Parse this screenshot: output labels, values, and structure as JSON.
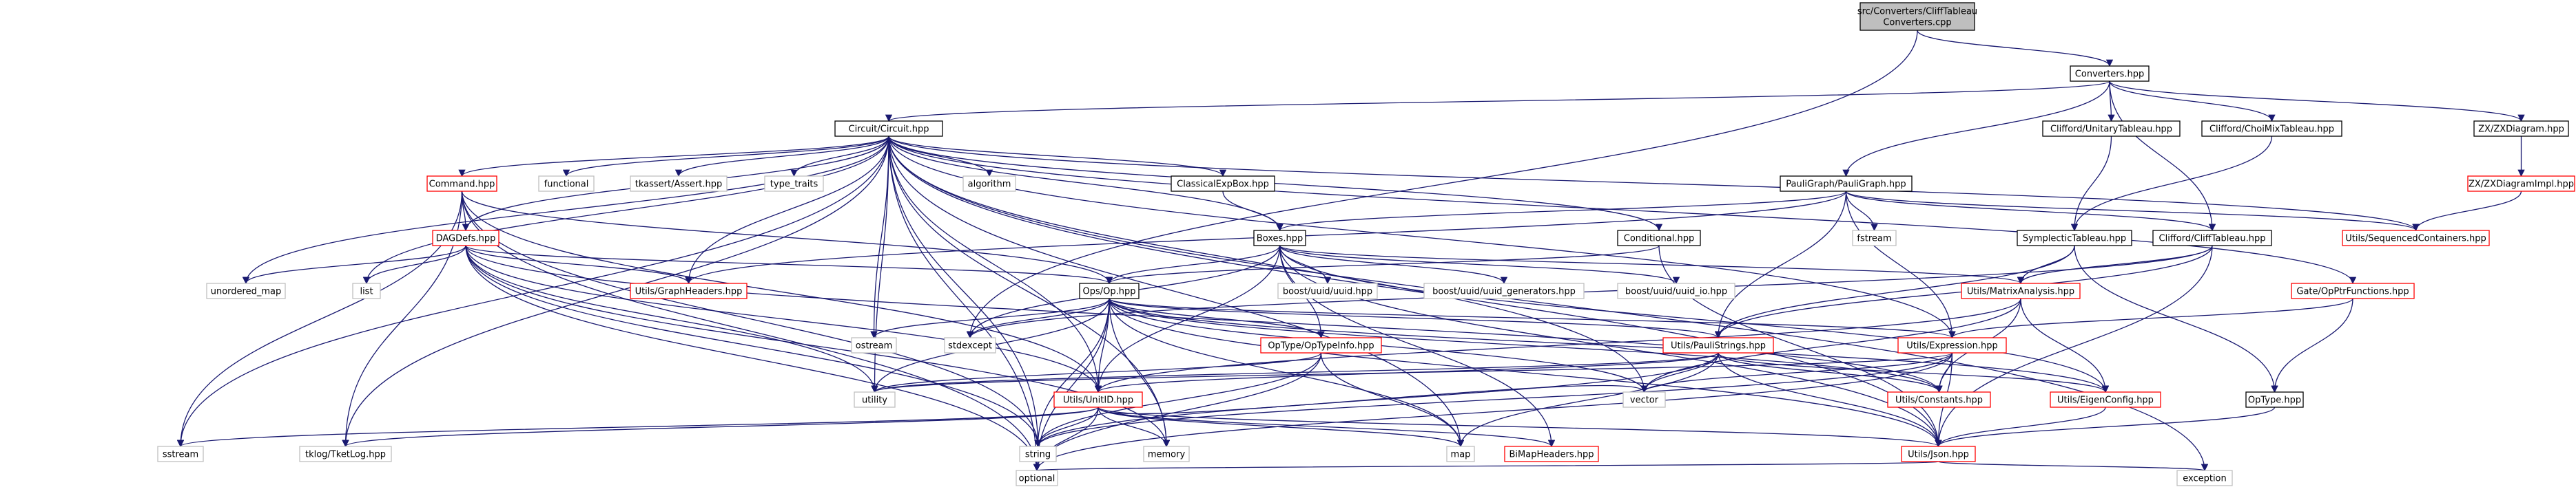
{
  "colors": {
    "background": "#ffffff",
    "root_fill": "#bfbfbf",
    "node_fill": "#ffffff",
    "node_border_black": "#000000",
    "node_border_red": "#ff0000",
    "node_border_gray": "#bfbfbf",
    "edge_primary": "#191970",
    "edge_secondary": "#404040",
    "text": "#000000"
  },
  "nodes": [
    {
      "id": "root",
      "label": [
        "src/Converters/CliffTableau",
        "Converters.cpp"
      ],
      "style": "root"
    },
    {
      "id": "converters",
      "label": [
        "Converters.hpp"
      ],
      "style": "black"
    },
    {
      "id": "circuit",
      "label": [
        "Circuit/Circuit.hpp"
      ],
      "style": "black"
    },
    {
      "id": "unitary",
      "label": [
        "Clifford/UnitaryTableau.hpp"
      ],
      "style": "black"
    },
    {
      "id": "choimix",
      "label": [
        "Clifford/ChoiMixTableau.hpp"
      ],
      "style": "black"
    },
    {
      "id": "zxdiagram",
      "label": [
        "ZX/ZXDiagram.hpp"
      ],
      "style": "black"
    },
    {
      "id": "zximpl",
      "label": [
        "ZX/ZXDiagramImpl.hpp"
      ],
      "style": "red"
    },
    {
      "id": "command",
      "label": [
        "Command.hpp"
      ],
      "style": "red"
    },
    {
      "id": "functional",
      "label": [
        "functional"
      ],
      "style": "gray"
    },
    {
      "id": "tkassert",
      "label": [
        "tkassert/Assert.hpp"
      ],
      "style": "gray"
    },
    {
      "id": "typetraits",
      "label": [
        "type_traits"
      ],
      "style": "gray"
    },
    {
      "id": "algorithm",
      "label": [
        "algorithm"
      ],
      "style": "gray"
    },
    {
      "id": "classicalexp",
      "label": [
        "ClassicalExpBox.hpp"
      ],
      "style": "black"
    },
    {
      "id": "paulidag",
      "label": [
        "PauliGraph/PauliGraph.hpp"
      ],
      "style": "black"
    },
    {
      "id": "seqcont",
      "label": [
        "Utils/SequencedContainers.hpp"
      ],
      "style": "red"
    },
    {
      "id": "dagdefs",
      "label": [
        "DAGDefs.hpp"
      ],
      "style": "red"
    },
    {
      "id": "boxes",
      "label": [
        "Boxes.hpp"
      ],
      "style": "black"
    },
    {
      "id": "conditional",
      "label": [
        "Conditional.hpp"
      ],
      "style": "black"
    },
    {
      "id": "fstream",
      "label": [
        "fstream"
      ],
      "style": "gray"
    },
    {
      "id": "symtab",
      "label": [
        "SymplecticTableau.hpp"
      ],
      "style": "black"
    },
    {
      "id": "clifftab",
      "label": [
        "Clifford/CliffTableau.hpp"
      ],
      "style": "black"
    },
    {
      "id": "unordered",
      "label": [
        "unordered_map"
      ],
      "style": "gray"
    },
    {
      "id": "list",
      "label": [
        "list"
      ],
      "style": "gray"
    },
    {
      "id": "graphheaders",
      "label": [
        "Utils/GraphHeaders.hpp"
      ],
      "style": "red"
    },
    {
      "id": "opsop",
      "label": [
        "Ops/Op.hpp"
      ],
      "style": "black"
    },
    {
      "id": "uuid",
      "label": [
        "boost/uuid/uuid.hpp"
      ],
      "style": "gray"
    },
    {
      "id": "uuidgen",
      "label": [
        "boost/uuid/uuid_generators.hpp"
      ],
      "style": "gray"
    },
    {
      "id": "uuidio",
      "label": [
        "boost/uuid/uuid_io.hpp"
      ],
      "style": "gray"
    },
    {
      "id": "matrixan",
      "label": [
        "Utils/MatrixAnalysis.hpp"
      ],
      "style": "red"
    },
    {
      "id": "gateop",
      "label": [
        "Gate/OpPtrFunctions.hpp"
      ],
      "style": "red"
    },
    {
      "id": "ostream",
      "label": [
        "ostream"
      ],
      "style": "gray"
    },
    {
      "id": "stdexcept",
      "label": [
        "stdexcept"
      ],
      "style": "gray"
    },
    {
      "id": "optypeinfo",
      "label": [
        "OpType/OpTypeInfo.hpp"
      ],
      "style": "red"
    },
    {
      "id": "paulistr",
      "label": [
        "Utils/PauliStrings.hpp"
      ],
      "style": "red"
    },
    {
      "id": "expression",
      "label": [
        "Utils/Expression.hpp"
      ],
      "style": "red"
    },
    {
      "id": "utility",
      "label": [
        "utility"
      ],
      "style": "gray"
    },
    {
      "id": "unitid",
      "label": [
        "Utils/UnitID.hpp"
      ],
      "style": "red"
    },
    {
      "id": "vector",
      "label": [
        "vector"
      ],
      "style": "gray"
    },
    {
      "id": "constants",
      "label": [
        "Utils/Constants.hpp"
      ],
      "style": "red"
    },
    {
      "id": "eigenconf",
      "label": [
        "Utils/EigenConfig.hpp"
      ],
      "style": "red"
    },
    {
      "id": "optype",
      "label": [
        "OpType.hpp"
      ],
      "style": "black"
    },
    {
      "id": "sstream",
      "label": [
        "sstream"
      ],
      "style": "gray"
    },
    {
      "id": "tklog",
      "label": [
        "tklog/TketLog.hpp"
      ],
      "style": "gray"
    },
    {
      "id": "string",
      "label": [
        "string"
      ],
      "style": "gray"
    },
    {
      "id": "memory",
      "label": [
        "memory"
      ],
      "style": "gray"
    },
    {
      "id": "map",
      "label": [
        "map"
      ],
      "style": "gray"
    },
    {
      "id": "bimap",
      "label": [
        "BiMapHeaders.hpp"
      ],
      "style": "red"
    },
    {
      "id": "json",
      "label": [
        "Utils/Json.hpp"
      ],
      "style": "red"
    },
    {
      "id": "optional",
      "label": [
        "optional"
      ],
      "style": "gray"
    },
    {
      "id": "exception",
      "label": [
        "exception"
      ],
      "style": "gray"
    }
  ],
  "edges": [
    [
      "root",
      "converters"
    ],
    [
      "root",
      "stdexcept"
    ],
    [
      "converters",
      "circuit"
    ],
    [
      "converters",
      "unitary"
    ],
    [
      "converters",
      "choimix"
    ],
    [
      "converters",
      "zxdiagram"
    ],
    [
      "converters",
      "paulidag"
    ],
    [
      "converters",
      "clifftab"
    ],
    [
      "zxdiagram",
      "zximpl"
    ],
    [
      "zximpl",
      "seqcont"
    ],
    [
      "unitary",
      "symtab"
    ],
    [
      "choimix",
      "symtab"
    ],
    [
      "circuit",
      "command"
    ],
    [
      "circuit",
      "functional"
    ],
    [
      "circuit",
      "tkassert"
    ],
    [
      "circuit",
      "typetraits"
    ],
    [
      "circuit",
      "algorithm"
    ],
    [
      "circuit",
      "classicalexp"
    ],
    [
      "circuit",
      "conditional"
    ],
    [
      "circuit",
      "boxes"
    ],
    [
      "circuit",
      "dagdefs"
    ],
    [
      "circuit",
      "seqcont"
    ],
    [
      "circuit",
      "graphheaders"
    ],
    [
      "circuit",
      "unordered"
    ],
    [
      "circuit",
      "list"
    ],
    [
      "circuit",
      "ostream"
    ],
    [
      "circuit",
      "sstream"
    ],
    [
      "circuit",
      "tklog"
    ],
    [
      "circuit",
      "optional"
    ],
    [
      "circuit",
      "string"
    ],
    [
      "circuit",
      "memory"
    ],
    [
      "circuit",
      "map"
    ],
    [
      "circuit",
      "vector"
    ],
    [
      "circuit",
      "utility"
    ],
    [
      "circuit",
      "unitid"
    ],
    [
      "circuit",
      "exception"
    ],
    [
      "circuit",
      "gateop"
    ],
    [
      "circuit",
      "json"
    ],
    [
      "circuit",
      "expression"
    ],
    [
      "command",
      "dagdefs"
    ],
    [
      "command",
      "unitid"
    ],
    [
      "command",
      "sstream"
    ],
    [
      "command",
      "tklog"
    ],
    [
      "command",
      "string"
    ],
    [
      "command",
      "optional"
    ],
    [
      "command",
      "opsop"
    ],
    [
      "classicalexp",
      "boxes"
    ],
    [
      "paulidag",
      "seqcont"
    ],
    [
      "paulidag",
      "fstream"
    ],
    [
      "paulidag",
      "clifftab"
    ],
    [
      "paulidag",
      "paulistr"
    ],
    [
      "paulidag",
      "expression"
    ],
    [
      "paulidag",
      "graphheaders"
    ],
    [
      "paulidag",
      "boxes"
    ],
    [
      "dagdefs",
      "unordered"
    ],
    [
      "dagdefs",
      "list"
    ],
    [
      "dagdefs",
      "graphheaders"
    ],
    [
      "dagdefs",
      "opsop"
    ],
    [
      "dagdefs",
      "utility"
    ],
    [
      "dagdefs",
      "unitid"
    ],
    [
      "dagdefs",
      "string"
    ],
    [
      "dagdefs",
      "optional"
    ],
    [
      "dagdefs",
      "memory"
    ],
    [
      "dagdefs",
      "constants"
    ],
    [
      "boxes",
      "opsop"
    ],
    [
      "boxes",
      "uuid"
    ],
    [
      "boxes",
      "uuidgen"
    ],
    [
      "boxes",
      "uuidio"
    ],
    [
      "boxes",
      "matrixan"
    ],
    [
      "boxes",
      "stdexcept"
    ],
    [
      "boxes",
      "unitid"
    ],
    [
      "boxes",
      "eigenconf"
    ],
    [
      "boxes",
      "optypeinfo"
    ],
    [
      "boxes",
      "bimap"
    ],
    [
      "boxes",
      "json"
    ],
    [
      "conditional",
      "opsop"
    ],
    [
      "conditional",
      "json"
    ],
    [
      "symtab",
      "matrixan"
    ],
    [
      "symtab",
      "paulistr"
    ],
    [
      "symtab",
      "optype"
    ],
    [
      "clifftab",
      "matrixan"
    ],
    [
      "clifftab",
      "paulistr"
    ],
    [
      "clifftab",
      "json"
    ],
    [
      "clifftab",
      "stdexcept"
    ],
    [
      "opsop",
      "ostream"
    ],
    [
      "opsop",
      "stdexcept"
    ],
    [
      "opsop",
      "optypeinfo"
    ],
    [
      "opsop",
      "paulistr"
    ],
    [
      "opsop",
      "expression"
    ],
    [
      "opsop",
      "utility"
    ],
    [
      "opsop",
      "unitid"
    ],
    [
      "opsop",
      "vector"
    ],
    [
      "opsop",
      "string"
    ],
    [
      "opsop",
      "memory"
    ],
    [
      "opsop",
      "map"
    ],
    [
      "opsop",
      "optional"
    ],
    [
      "opsop",
      "constants"
    ],
    [
      "opsop",
      "json"
    ],
    [
      "opsop",
      "eigenconf"
    ],
    [
      "matrixan",
      "unitid"
    ],
    [
      "matrixan",
      "constants"
    ],
    [
      "matrixan",
      "eigenconf"
    ],
    [
      "matrixan",
      "vector"
    ],
    [
      "gateop",
      "expression"
    ],
    [
      "gateop",
      "optype"
    ],
    [
      "optypeinfo",
      "string"
    ],
    [
      "optypeinfo",
      "map"
    ],
    [
      "optypeinfo",
      "optional"
    ],
    [
      "optypeinfo",
      "utility"
    ],
    [
      "paulistr",
      "unitid"
    ],
    [
      "paulistr",
      "constants"
    ],
    [
      "paulistr",
      "eigenconf"
    ],
    [
      "paulistr",
      "json"
    ],
    [
      "paulistr",
      "vector"
    ],
    [
      "paulistr",
      "map"
    ],
    [
      "paulistr",
      "utility"
    ],
    [
      "paulistr",
      "string"
    ],
    [
      "expression",
      "constants"
    ],
    [
      "expression",
      "json"
    ],
    [
      "expression",
      "vector"
    ],
    [
      "expression",
      "string"
    ],
    [
      "expression",
      "optional"
    ],
    [
      "expression",
      "utility"
    ],
    [
      "unitid",
      "sstream"
    ],
    [
      "unitid",
      "tklog"
    ],
    [
      "unitid",
      "string"
    ],
    [
      "unitid",
      "memory"
    ],
    [
      "unitid",
      "map"
    ],
    [
      "unitid",
      "optional"
    ],
    [
      "unitid",
      "bimap"
    ],
    [
      "unitid",
      "json"
    ],
    [
      "unitid",
      "vector"
    ],
    [
      "eigenconf",
      "json"
    ],
    [
      "optype",
      "json"
    ],
    [
      "json",
      "optional"
    ],
    [
      "json",
      "exception"
    ]
  ]
}
